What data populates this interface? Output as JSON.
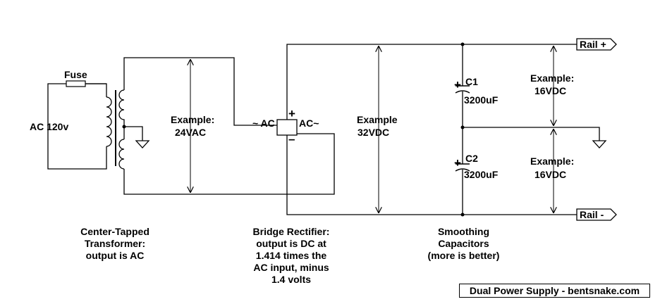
{
  "labels": {
    "fuse": "Fuse",
    "ac_input": "AC 120v",
    "secondary_example_line1": "Example:",
    "secondary_example_line2": "24VAC",
    "ac_left": "~ AC",
    "ac_right": "AC~",
    "plus": "+",
    "minus": "–",
    "dc_example_line1": "Example",
    "dc_example_line2": "32VDC",
    "c1_name": "C1",
    "c1_value": "3200uF",
    "c2_name": "C2",
    "c2_value": "3200uF",
    "cap_plus": "+",
    "top_example_line1": "Example:",
    "top_example_line2": "16VDC",
    "bottom_example_line1": "Example:",
    "bottom_example_line2": "16VDC",
    "rail_plus": "Rail +",
    "rail_minus": "Rail -"
  },
  "captions": {
    "transformer": "Center-Tapped\nTransformer:\noutput is AC",
    "rectifier": "Bridge Rectifier:\noutput is DC at\n1.414 times the\nAC input, minus\n1.4 volts",
    "capacitors": "Smoothing\nCapacitors\n(more is better)"
  },
  "credit": "Dual Power Supply - bentsnake.com"
}
